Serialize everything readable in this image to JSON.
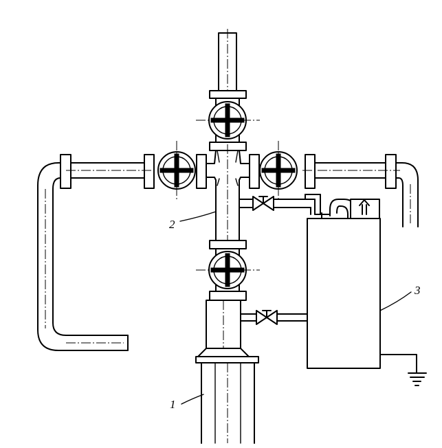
{
  "labels": {
    "wellhead_casing": "1",
    "cross_body": "2",
    "control_box": "3"
  }
}
